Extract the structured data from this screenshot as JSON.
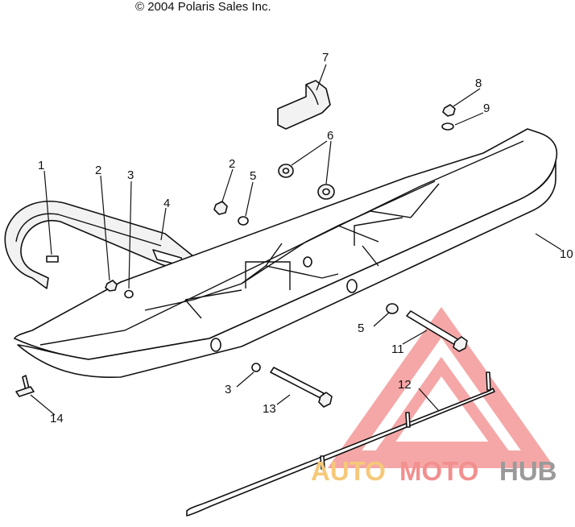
{
  "header": {
    "copyright": "© 2004 Polaris Sales Inc."
  },
  "callouts": {
    "c1": "1",
    "c2a": "2",
    "c2b": "2",
    "c3a": "3",
    "c3b": "3",
    "c4": "4",
    "c5a": "5",
    "c5b": "5",
    "c6": "6",
    "c7": "7",
    "c8": "8",
    "c9": "9",
    "c10": "10",
    "c11": "11",
    "c12": "12",
    "c13": "13",
    "c14": "14"
  },
  "watermark": {
    "text_part1": "AUTO",
    "text_part2": "MOTO",
    "text_part3": "HUB",
    "colors": {
      "auto": "#f6c879",
      "moto": "#f28f8f",
      "hub": "#9a9a9a",
      "triangle": "#f28a8a"
    }
  }
}
